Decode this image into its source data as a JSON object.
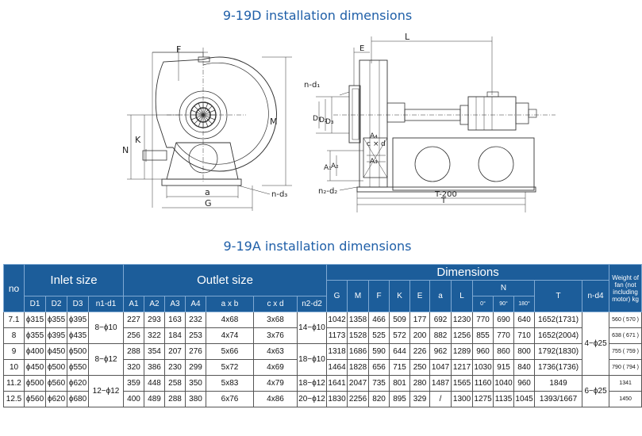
{
  "titles": {
    "d": "9-19D installation dimensions",
    "a": "9-19A installation dimensions"
  },
  "drawing_labels": {
    "F": "F",
    "M": "M",
    "N": "N",
    "K": "K",
    "a": "a",
    "G": "G",
    "nd3": "n-d₃",
    "L": "L",
    "E": "E",
    "nd1": "n-d₁",
    "D1": "D₁",
    "D2": "D₂",
    "D3": "D₃",
    "A1": "A₁",
    "A2": "A₂",
    "A3": "A₃",
    "A4": "A₄",
    "c": "c",
    "x": "×",
    "d": "d",
    "nd2": "n₂-d₂",
    "T200": "T-200",
    "T": "T"
  },
  "table": {
    "no_label": "no",
    "groups": {
      "inlet": "Inlet size",
      "outlet": "Outlet size",
      "dims": "Dimensions",
      "weight": "Weight of fan (not including motor) kg"
    },
    "cols": {
      "D1": "D1",
      "D2": "D2",
      "D3": "D3",
      "n1d1": "n1-d1",
      "A1": "A1",
      "A2": "A2",
      "A3": "A3",
      "A4": "A4",
      "axb": "a x b",
      "cxd": "c x d",
      "n2d2": "n2-d2",
      "G": "G",
      "M": "M",
      "F": "F",
      "K": "K",
      "E": "E",
      "a": "a",
      "L": "L",
      "N": "N",
      "N0": "0°",
      "N90": "90°",
      "N180": "180°",
      "T": "T",
      "nd4": "n-d4"
    },
    "rows": [
      {
        "no": "7.1",
        "D1": "ϕ315",
        "D2": "ϕ355",
        "D3": "ϕ395",
        "A1": "227",
        "A2": "293",
        "A3": "163",
        "A4": "232",
        "axb": "4x68",
        "cxd": "3x68",
        "G": "1042",
        "M": "1358",
        "F": "466",
        "K": "509",
        "E": "177",
        "a": "692",
        "L": "1230",
        "N0": "770",
        "N90": "690",
        "N180": "640",
        "T": "1652(1731)",
        "W": "560 ( 570 )"
      },
      {
        "no": "8",
        "D1": "ϕ355",
        "D2": "ϕ395",
        "D3": "ϕ435",
        "A1": "256",
        "A2": "322",
        "A3": "184",
        "A4": "253",
        "axb": "4x74",
        "cxd": "3x76",
        "G": "1173",
        "M": "1528",
        "F": "525",
        "K": "572",
        "E": "200",
        "a": "882",
        "L": "1256",
        "N0": "855",
        "N90": "770",
        "N180": "710",
        "T": "1652(2004)",
        "W": "638 ( 671 )"
      },
      {
        "no": "9",
        "D1": "ϕ400",
        "D2": "ϕ450",
        "D3": "ϕ500",
        "A1": "288",
        "A2": "354",
        "A3": "207",
        "A4": "276",
        "axb": "5x66",
        "cxd": "4x63",
        "G": "1318",
        "M": "1686",
        "F": "590",
        "K": "644",
        "E": "226",
        "a": "962",
        "L": "1289",
        "N0": "960",
        "N90": "860",
        "N180": "800",
        "T": "1792(1830)",
        "W": "755 ( 759 )"
      },
      {
        "no": "10",
        "D1": "ϕ450",
        "D2": "ϕ500",
        "D3": "ϕ550",
        "A1": "320",
        "A2": "386",
        "A3": "230",
        "A4": "299",
        "axb": "5x72",
        "cxd": "4x69",
        "G": "1464",
        "M": "1828",
        "F": "656",
        "K": "715",
        "E": "250",
        "a": "1047",
        "L": "1217",
        "N0": "1030",
        "N90": "915",
        "N180": "840",
        "T": "1736(1736)",
        "W": "790 ( 794 )"
      },
      {
        "no": "11.2",
        "D1": "ϕ500",
        "D2": "ϕ560",
        "D3": "ϕ620",
        "A1": "359",
        "A2": "448",
        "A3": "258",
        "A4": "350",
        "axb": "5x83",
        "cxd": "4x79",
        "G": "1641",
        "M": "2047",
        "F": "735",
        "K": "801",
        "E": "280",
        "a": "1487",
        "L": "1565",
        "N0": "1160",
        "N90": "1040",
        "N180": "960",
        "T": "1849",
        "W": "1341"
      },
      {
        "no": "12.5",
        "D1": "ϕ560",
        "D2": "ϕ620",
        "D3": "ϕ680",
        "A1": "400",
        "A2": "489",
        "A3": "288",
        "A4": "380",
        "axb": "6x76",
        "cxd": "4x86",
        "G": "1830",
        "M": "2256",
        "F": "820",
        "K": "895",
        "E": "329",
        "a": "/",
        "L": "1300",
        "N0": "1275",
        "N90": "1135",
        "N180": "1045",
        "T": "1393/1667",
        "W": "1450"
      }
    ],
    "merged": {
      "n1_a": "8−ϕ10",
      "n1_b": "8−ϕ12",
      "n1_c": "12−ϕ12",
      "n2_a": "14−ϕ10",
      "n2_b": "18−ϕ10",
      "n2_c": "18−ϕ12",
      "n2_d": "20−ϕ12",
      "nd4_a": "4−ϕ25",
      "nd4_b": "6−ϕ25"
    }
  }
}
